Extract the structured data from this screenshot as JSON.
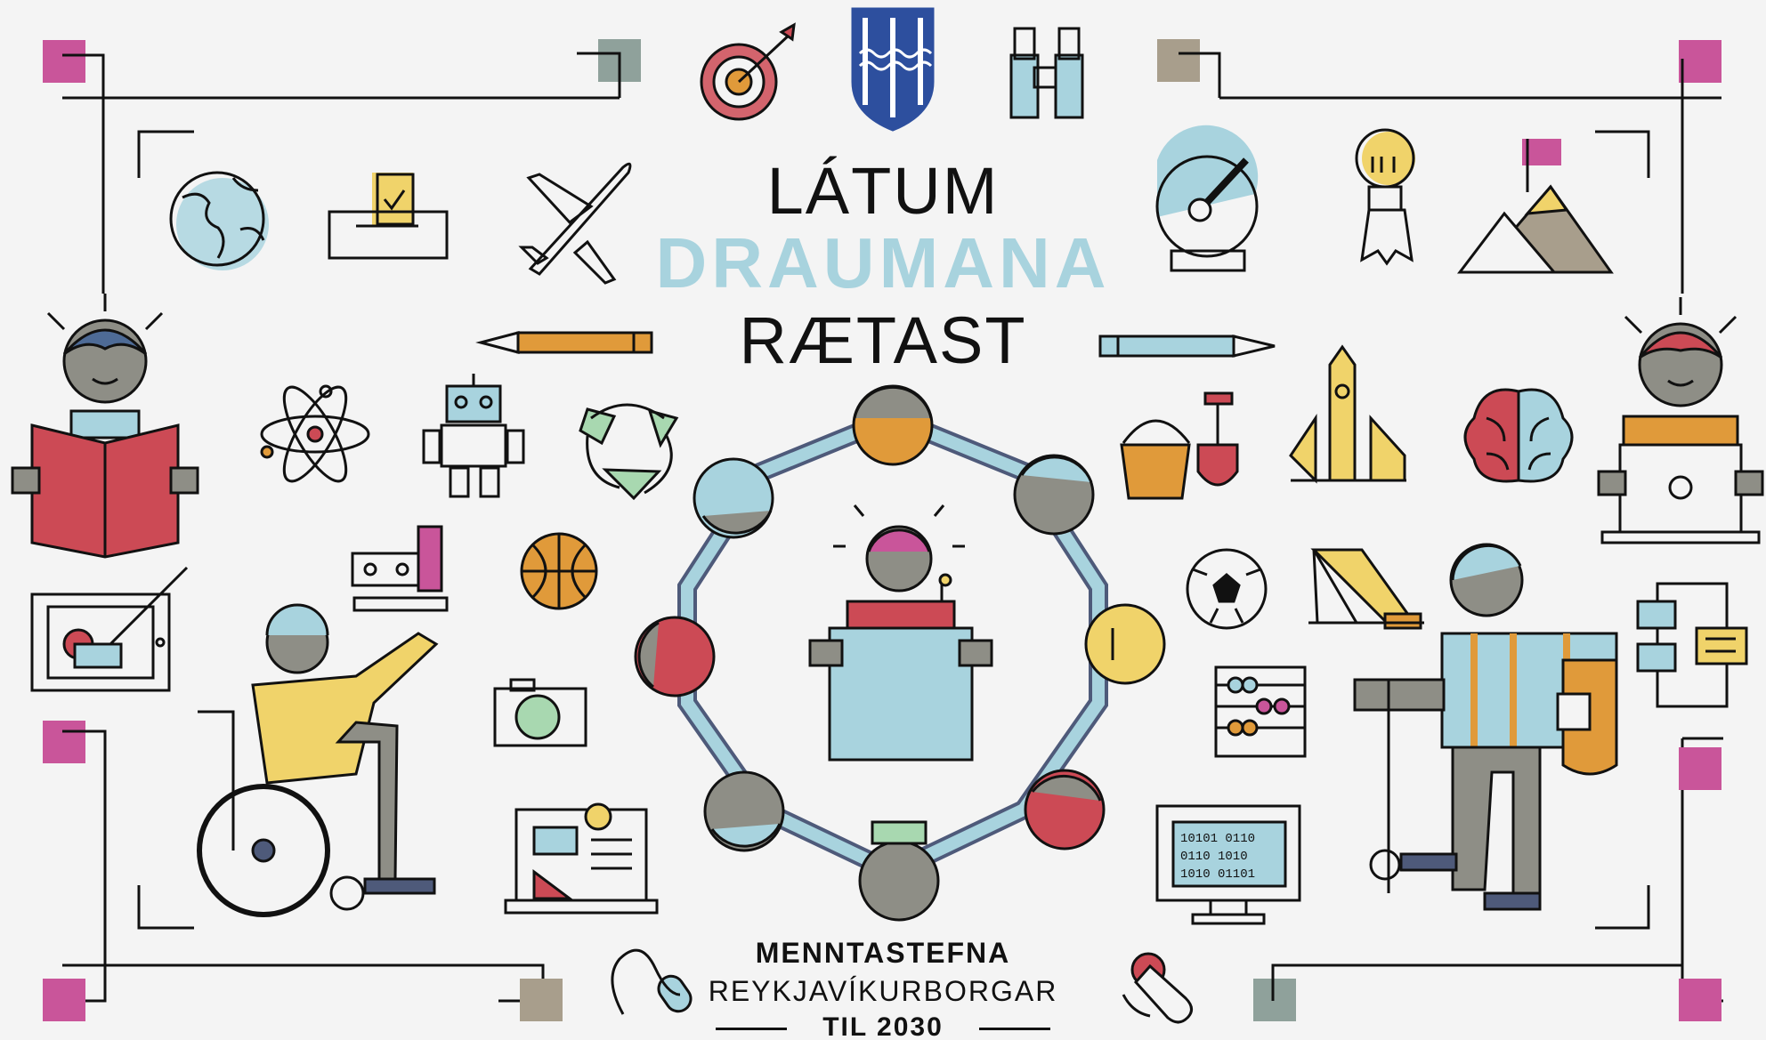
{
  "poster": {
    "headline_line1": "LÁTUM",
    "headline_line2": "DRAUMANA",
    "headline_line3": "RÆTAST",
    "subtitle_line1": "MENNTASTEFNA",
    "subtitle_line2": "REYKJAVÍKURBORGAR",
    "subtitle_line3": "TIL 2030"
  },
  "colors": {
    "background": "#f4f4f4",
    "ink": "#111111",
    "light_blue": "#a8d3de",
    "yellow": "#f0d36a",
    "red": "#cc4a55",
    "orange": "#e09a3a",
    "pink": "#c9559a",
    "grey": "#8e8e86",
    "coat_of_arms_blue": "#2d4f9e"
  },
  "icons": [
    "coat-of-arms-icon",
    "target-icon",
    "binoculars-icon",
    "globe-icon",
    "ballot-box-icon",
    "airplane-icon",
    "telescope-icon",
    "lightbulb-rocket-icon",
    "mountain-flag-icon",
    "pencil-icon",
    "atom-icon",
    "robot-icon",
    "recycle-icon",
    "bucket-spade-icon",
    "church-icon",
    "brain-icon",
    "game-console-icon",
    "basketball-icon",
    "soccer-ball-icon",
    "tent-icon",
    "camera-icon",
    "abacus-icon",
    "laptop-design-icon",
    "computer-binary-icon",
    "tablet-drawing-icon",
    "phone-chat-icon",
    "mouse-icon",
    "microphone-icon"
  ]
}
